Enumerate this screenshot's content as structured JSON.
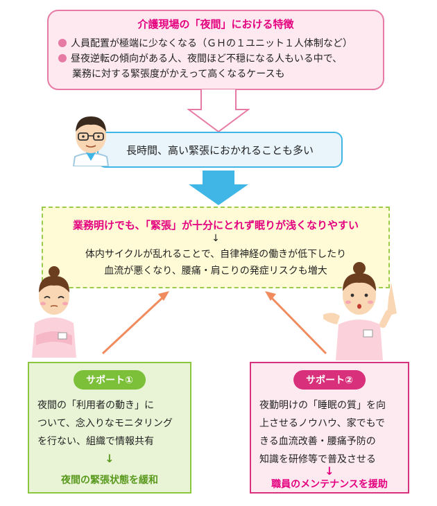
{
  "top": {
    "title": "介護現場の「夜間」における特徴",
    "item1": "人員配置が極端に少なくなる（ＧＨの１ユニット１人体制など）",
    "item2_line1": "昼夜逆転の傾向がある人、夜間ほど不穏になる人もいる中で、",
    "item2_line2": "業務に対する緊張度がかえって高くなるケースも"
  },
  "middle": {
    "text": "長時間、高い緊張におかれることも多い"
  },
  "yellow": {
    "line1": "業務明けでも、「緊張」が十分にとれず眠りが浅くなりやすい",
    "arrow": "↓",
    "line2": "体内サイクルが乱れることで、自律神経の働きが低下したり",
    "line3": "血流が悪くなり、腰痛・肩こりの発症リスクも増大"
  },
  "support1": {
    "label": "サポート①",
    "line1": "夜間の「利用者の動き」に",
    "line2": "ついて、念入りなモニタリング",
    "line3": "を行ない、組織で情報共有",
    "arrow": "↓",
    "result": "夜間の緊張状態を緩和"
  },
  "support2": {
    "label": "サポート②",
    "line1": "夜勤明けの「睡眠の質」を向",
    "line2": "上させるノウハウ、家でもで",
    "line3": "きる血流改善・腰痛予防の",
    "line4": "知識を研修等で普及させる",
    "arrow": "↓",
    "result": "職員のメンテナンスを援助"
  },
  "colors": {
    "accent_pink": "#e4007f",
    "border_pink": "#e77aa4",
    "blue": "#3fb6e6",
    "green": "#7cbf39",
    "support_pink": "#d9307b",
    "orange_arrow": "#f08b5e"
  }
}
